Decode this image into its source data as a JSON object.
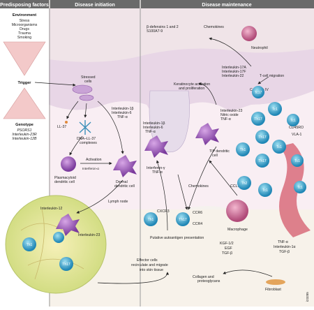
{
  "headers": {
    "predisposing": "Predisposing factors",
    "initiation": "Disease initiation",
    "maintenance": "Disease maintenance"
  },
  "predisposing": {
    "environment_title": "Environment",
    "environment_items": [
      "Stress",
      "Microorganisms",
      "Drugs",
      "Trauma",
      "Smoking"
    ],
    "trigger": "Trigger",
    "genotype_title": "Genotype",
    "genotype_items": [
      "PSORS1",
      "Interleukin-23R",
      "Interleukin-12B"
    ]
  },
  "initiation": {
    "stressed_cells": [
      "Stressed",
      "cells"
    ],
    "ll37": "LL-37",
    "dna_complex": [
      "DNA–LL-37",
      "complexes"
    ],
    "cytokines": [
      "Interleukin-1β",
      "Interleukin-6",
      "TNF-α"
    ],
    "activation": "Activation",
    "interferon": "Interferon-α",
    "plasmacytoid": [
      "Plasmacytoid",
      "dendritic cell"
    ],
    "dermal_dc": [
      "Dermal",
      "dendritic cell"
    ],
    "lymph_node": "Lymph node",
    "il12": "Interleukin-12",
    "il23": "Interleukin-23"
  },
  "maintenance": {
    "defensins": [
      "β-defensins 1 and 2",
      "S100A7-9"
    ],
    "chemokines": "Chemokines",
    "neutrophil": "Neutrophil",
    "th17_cytokines": [
      "Interleukin-17A",
      "Interleukin-17F",
      "Interleukin-22"
    ],
    "keratinocyte": [
      "Keratinocyte activation",
      "and proliferation"
    ],
    "t_cell_migration": "T-cell migration",
    "collagen": "Collagen IV",
    "cd45ro": "CD45RO",
    "vla1": "VLA-1",
    "papilla_cytokines": [
      "Interleukin-1β",
      "Interleukin-6",
      "TNF-α"
    ],
    "tip_cytokines": [
      "Interleukin-23",
      "Nitric oxide",
      "TNF-α"
    ],
    "tip_dc": [
      "TIP dendritic",
      "cell"
    ],
    "ifn_gamma": [
      "Interferon-γ",
      "TNF-α"
    ],
    "ccl19": "CCL19",
    "cxcr3": "CXCR3",
    "ccr6": "CCR6",
    "ccr4": "CCR4",
    "autoantigen": "Putative autoantigen presentation",
    "macrophage": "Macrophage",
    "fibroblast": "Fibroblast",
    "growth_factors": [
      "KGF-1/2",
      "EGF",
      "TGF-β"
    ],
    "fibro_cytokines": [
      "TNF-α",
      "Interleukin-1α",
      "TGF-β"
    ],
    "collagen_proteoglycans": [
      "Collagen and",
      "proteoglycans"
    ],
    "effector": [
      "Effector cells",
      "recirculate and migrate",
      "into skin tissue"
    ]
  },
  "cells": {
    "th1": "Th1",
    "th17": "Th17",
    "th2": "Th2",
    "tc1": "Tc1",
    "tc17": "Tc17"
  },
  "figure_id": "i23285",
  "colors": {
    "header": "#6a6a6a",
    "t_cell": "#1f86b5",
    "dendritic_cell": "#7a3a9c",
    "macrophage": "#b04a78",
    "lymph_node": "#cfdb7e"
  }
}
